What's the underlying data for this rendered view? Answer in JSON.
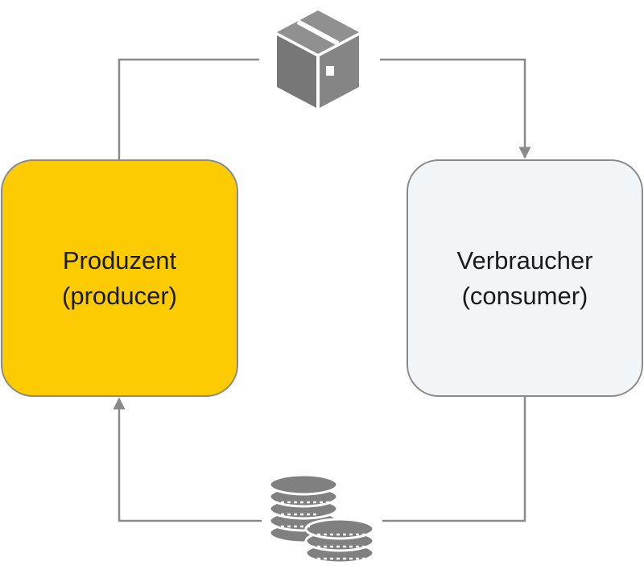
{
  "producer": {
    "name": "Produzent",
    "translation": "(producer)",
    "fill_color": "#FDCB02"
  },
  "consumer": {
    "name": "Verbraucher",
    "translation": "(consumer)",
    "fill_color": "#F2F5F7"
  },
  "flows": {
    "goods": {
      "from": "producer",
      "to": "consumer",
      "icon": "package-box-icon"
    },
    "money": {
      "from": "consumer",
      "to": "producer",
      "icon": "coin-stacks-icon"
    }
  },
  "colors": {
    "line": "#8A8A8A",
    "icon": "#808080"
  }
}
